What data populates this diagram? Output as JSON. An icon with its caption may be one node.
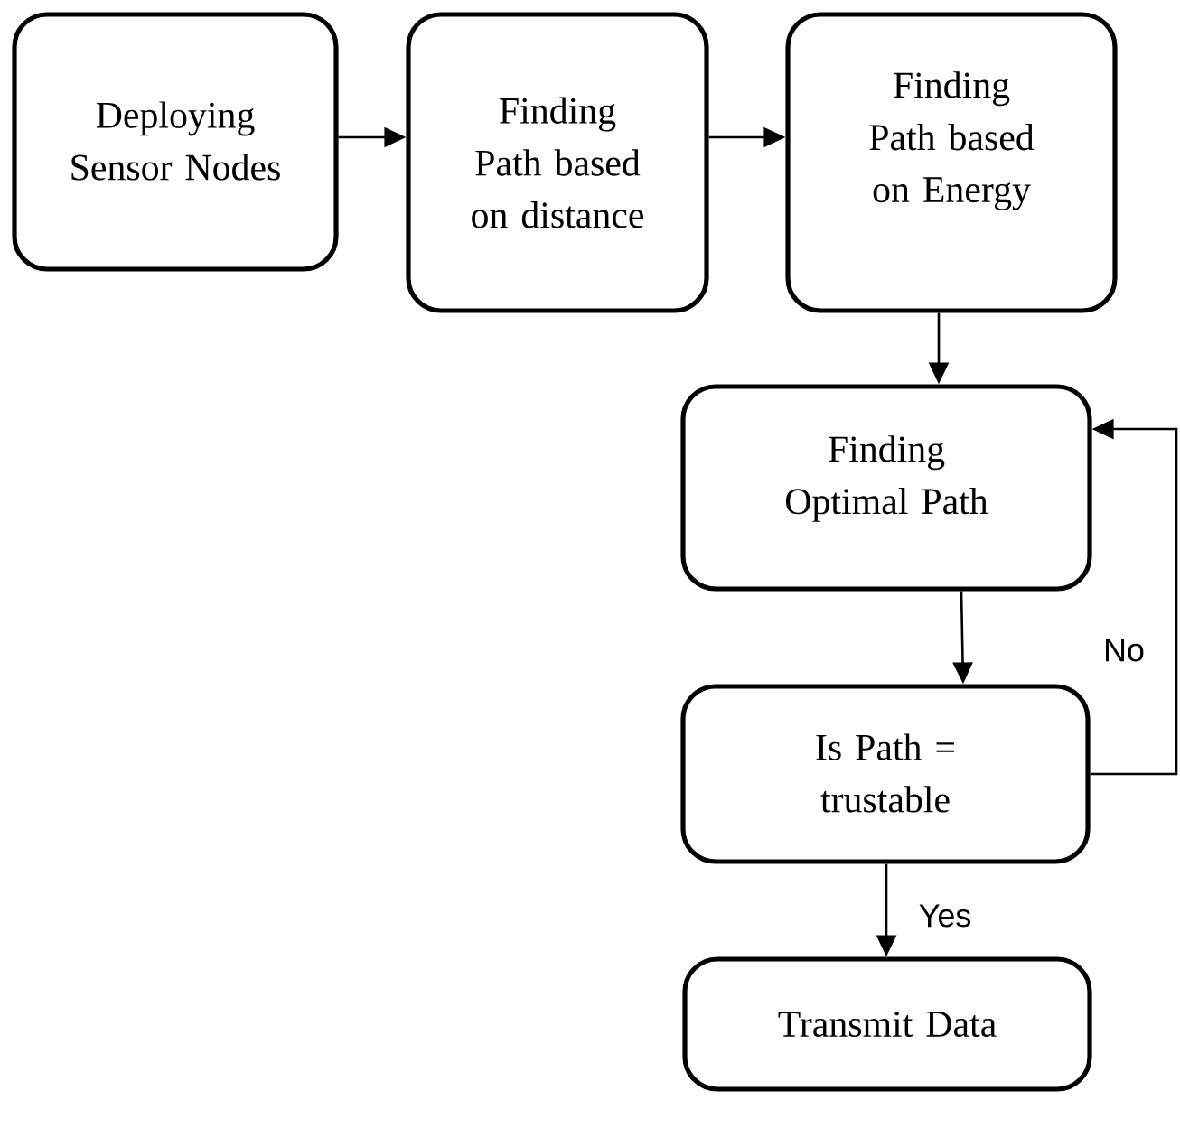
{
  "diagram": {
    "nodes": [
      {
        "text": [
          "Deploying Sensor Nodes"
        ]
      },
      {
        "text": [
          "Finding Path based on distance"
        ]
      },
      {
        "text": [
          "Finding Path based on Energy"
        ]
      },
      {
        "text": [
          "Finding Optimal Path"
        ]
      },
      {
        "text": [
          "Is Path = trustable"
        ]
      },
      {
        "text": [
          "Transmit Data"
        ]
      }
    ],
    "edges": [
      {
        "from": 0,
        "to": 1,
        "arrow": "to"
      },
      {
        "from": 1,
        "to": 2,
        "arrow": "to"
      },
      {
        "from": 2,
        "to": 3,
        "arrow": "to"
      },
      {
        "from": 3,
        "to": 4,
        "arrow": "to"
      },
      {
        "from": 4,
        "to": 3,
        "arrow": "to",
        "label": "No"
      },
      {
        "from": 4,
        "to": 5,
        "arrow": "to",
        "label": "Yes"
      }
    ]
  }
}
